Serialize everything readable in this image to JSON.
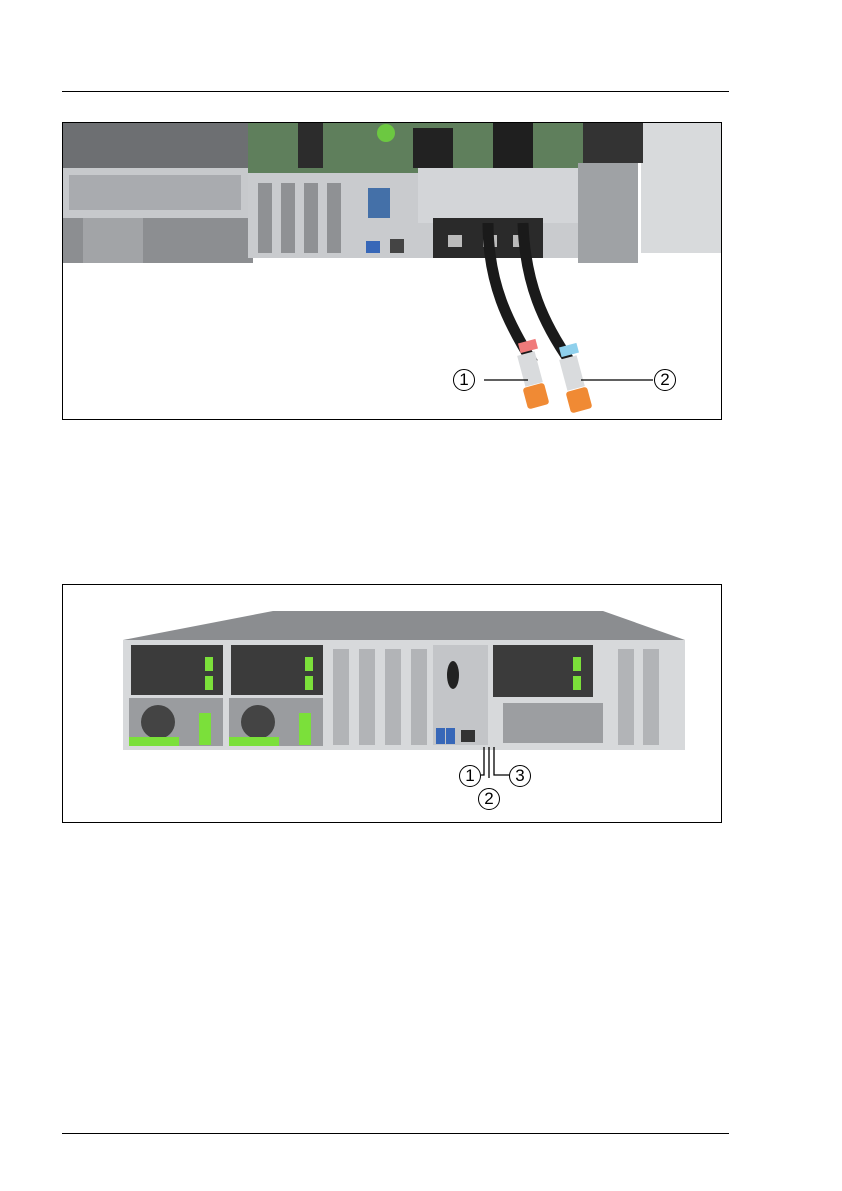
{
  "figure1": {
    "callouts": [
      {
        "id": "1",
        "label": "1"
      },
      {
        "id": "2",
        "label": "2"
      }
    ],
    "colors": {
      "red_band": "#f07a7a",
      "blue_band": "#8fd0ec",
      "cap": "#f08a34",
      "hose": "#1a1a1a"
    }
  },
  "figure2": {
    "callouts": [
      {
        "id": "1",
        "label": "1"
      },
      {
        "id": "2",
        "label": "2"
      },
      {
        "id": "3",
        "label": "3"
      }
    ],
    "colors": {
      "accent": "#7be03a",
      "chassis": "#b9bcbf"
    }
  }
}
